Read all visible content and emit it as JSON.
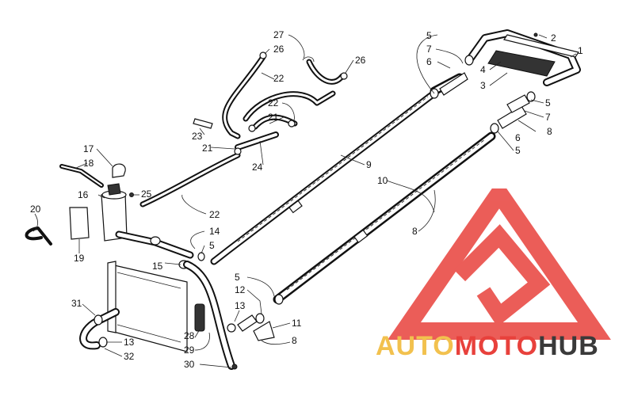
{
  "labels": [
    {
      "text": "1"
    },
    {
      "text": "2"
    },
    {
      "text": "3"
    },
    {
      "text": "4"
    },
    {
      "text": "5"
    },
    {
      "text": "7"
    },
    {
      "text": "6"
    },
    {
      "text": "5"
    },
    {
      "text": "7"
    },
    {
      "text": "6"
    },
    {
      "text": "8"
    },
    {
      "text": "5"
    },
    {
      "text": "27"
    },
    {
      "text": "26"
    },
    {
      "text": "26"
    },
    {
      "text": "22"
    },
    {
      "text": "22"
    },
    {
      "text": "21"
    },
    {
      "text": "23"
    },
    {
      "text": "21"
    },
    {
      "text": "24"
    },
    {
      "text": "9"
    },
    {
      "text": "10"
    },
    {
      "text": "8"
    },
    {
      "text": "17"
    },
    {
      "text": "18"
    },
    {
      "text": "16"
    },
    {
      "text": "25"
    },
    {
      "text": "22"
    },
    {
      "text": "20"
    },
    {
      "text": "19"
    },
    {
      "text": "14"
    },
    {
      "text": "5"
    },
    {
      "text": "15"
    },
    {
      "text": "5"
    },
    {
      "text": "12"
    },
    {
      "text": "13"
    },
    {
      "text": "11"
    },
    {
      "text": "8"
    },
    {
      "text": "31"
    },
    {
      "text": "13"
    },
    {
      "text": "32"
    },
    {
      "text": "28"
    },
    {
      "text": "29"
    },
    {
      "text": "30"
    }
  ],
  "watermark": {
    "auto": "AUTO",
    "moto": "MOTO",
    "hub": "HUB",
    "color_red": "#e8413c",
    "color_gold": "#f2c14e",
    "color_dark": "#3a3a3a"
  }
}
